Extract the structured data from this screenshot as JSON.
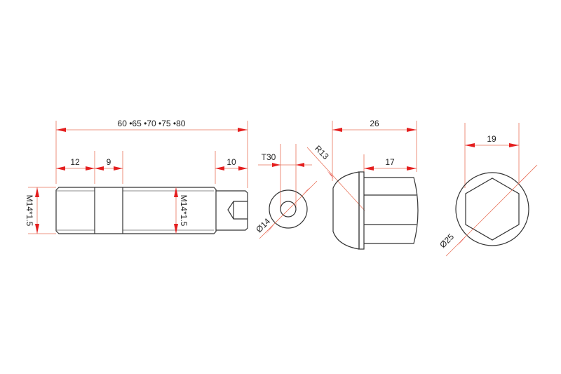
{
  "colors": {
    "dimension_line": "#e8735a",
    "arrow": "#e41e1e",
    "outline": "#333333",
    "background": "#ffffff"
  },
  "bolt": {
    "overall_length_label": "60 •65 •70 •75 •80",
    "thread_start_label": "12",
    "band_label": "9",
    "tip_label": "10",
    "thread_left_label": "M14*1.5",
    "thread_right_label": "M14*1.5"
  },
  "end_view_small": {
    "drive_label": "T30",
    "diameter_label": "Ø14"
  },
  "cap_side": {
    "radius_label": "R13",
    "total_length_label": "26",
    "hex_length_label": "17"
  },
  "cap_end": {
    "hex_width_label": "19",
    "diameter_label": "Ø25"
  }
}
